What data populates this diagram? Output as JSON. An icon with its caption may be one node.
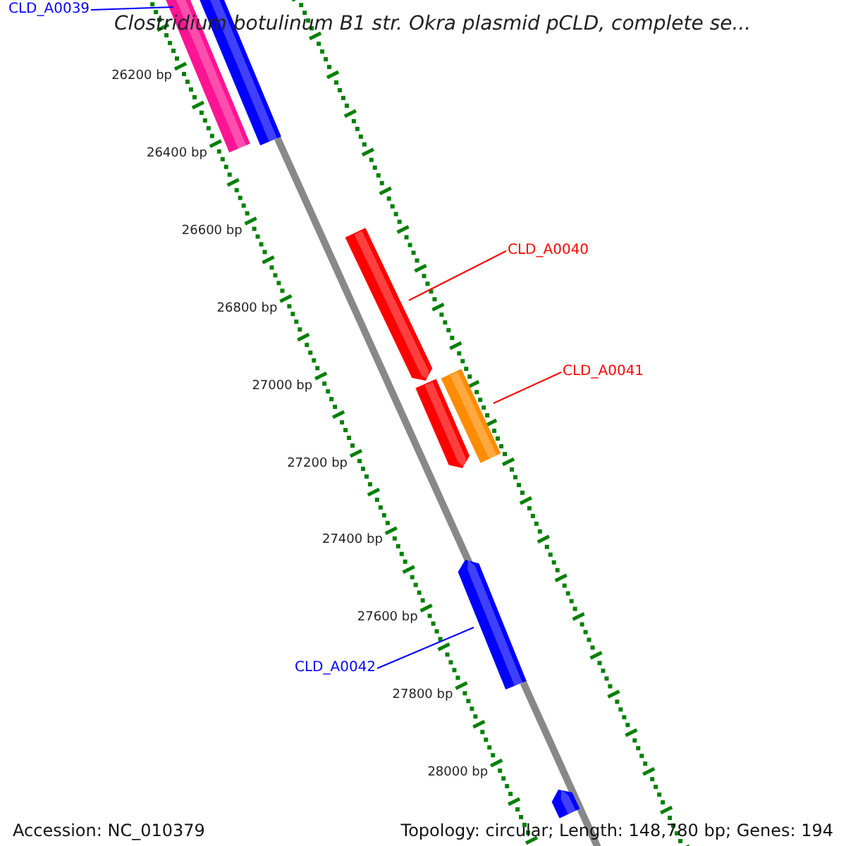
{
  "diagram": {
    "title": "Clostridium botulinum B1 str. Okra plasmid pCLD, complete se...",
    "nodes": [
      {
        "text": [
          "CLD_A0039"
        ]
      },
      {
        "text": [],
        "shape": "bar"
      },
      {
        "text": [],
        "shape": "bar"
      },
      {
        "text": [
          "CLD_A0040"
        ]
      },
      {
        "text": [],
        "shape": "bar"
      },
      {
        "text": [],
        "shape": "bar"
      },
      {
        "text": [
          "CLD_A0041"
        ]
      },
      {
        "text": [],
        "shape": "bar"
      },
      {
        "text": [
          "CLD_A0042"
        ]
      },
      {
        "text": [],
        "shape": "bar"
      },
      {
        "text": [],
        "shape": "bar"
      }
    ],
    "edges": [
      {
        "from": 0,
        "to": 1,
        "arrow": "none",
        "color": "#0000ff"
      },
      {
        "from": 3,
        "to": 4,
        "arrow": "none",
        "color": "#ff0000"
      },
      {
        "from": 6,
        "to": 7,
        "arrow": "none",
        "color": "#ff0000"
      },
      {
        "from": 8,
        "to": 9,
        "arrow": "none",
        "color": "#0000ff"
      }
    ],
    "labels": [
      "26200 bp",
      "26400 bp",
      "26600 bp",
      "26800 bp",
      "27000 bp",
      "27200 bp",
      "27400 bp",
      "27600 bp",
      "27800 bp",
      "28000 bp",
      "Accession: NC_010379",
      "Topology: circular; Length: 148,780 bp; Genes: 194"
    ]
  }
}
